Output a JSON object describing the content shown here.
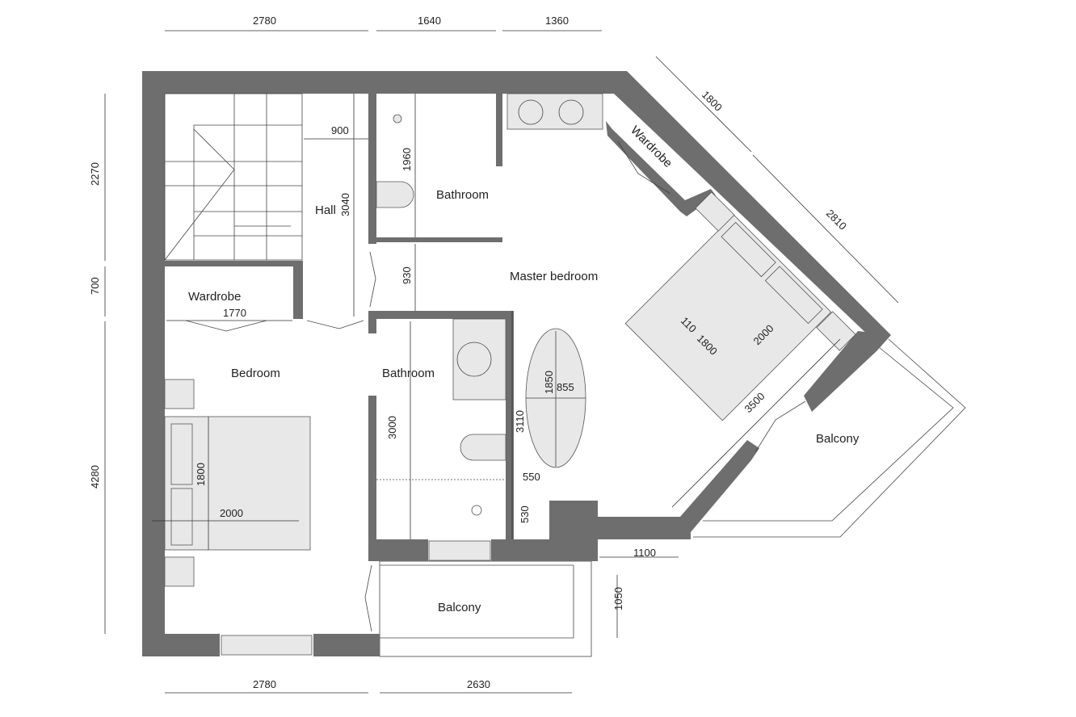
{
  "rooms": {
    "hall": "Hall",
    "bathroom_top": "Bathroom",
    "master_bedroom": "Master bedroom",
    "wardrobe_left": "Wardrobe",
    "wardrobe_right": "Wardrobe",
    "bedroom": "Bedroom",
    "bathroom_bottom": "Bathroom",
    "balcony_right": "Balcony",
    "balcony_bottom": "Balcony"
  },
  "dimensions": {
    "top": [
      "2780",
      "1640",
      "1360"
    ],
    "left": [
      "2270",
      "700",
      "4280"
    ],
    "bottom": [
      "2780",
      "2630"
    ],
    "diagonal": [
      "1800",
      "2810"
    ],
    "hall_width": "900",
    "bath_top_height": "1960",
    "hall_height": "3040",
    "corridor": "930",
    "wardrobe_width": "1770",
    "bath_bottom_height": "3000",
    "master_bath_height": "3110",
    "tub_length": "1850",
    "tub_width": "855",
    "step_550": "550",
    "step_530": "530",
    "balcony_1100": "1100",
    "balcony_1050": "1050",
    "bed_width": "1800",
    "bed_length": "2000",
    "master_bed_110": "110",
    "master_bed_width": "1800",
    "master_bed_length": "2000",
    "master_3500": "3500"
  },
  "colors": {
    "wall": "#6e6e6e",
    "fixture": "#e8e8e8"
  }
}
